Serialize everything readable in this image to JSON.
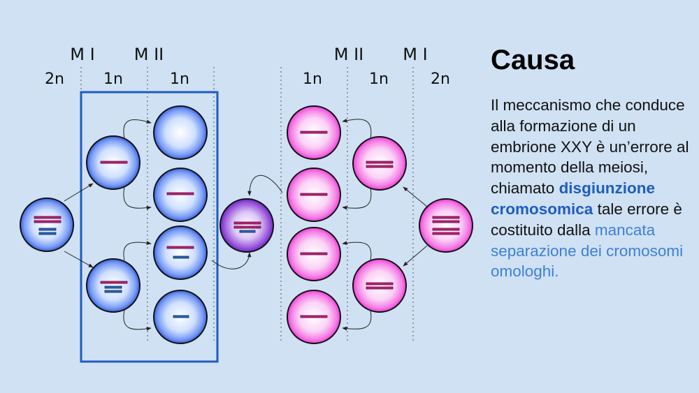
{
  "diagram": {
    "left_labels": {
      "phase_1": "M I",
      "phase_2": "M II",
      "ploidy_1": "2n",
      "ploidy_2": "1n",
      "ploidy_3": "1n"
    },
    "right_labels": {
      "phase_1": "M II",
      "phase_2": "M I",
      "ploidy_1": "1n",
      "ploidy_2": "1n",
      "ploidy_3": "2n"
    },
    "colors": {
      "male_cell_fill": "#3a62e0",
      "female_cell_fill": "#ee3fd8",
      "zygote_fill": "#6a2ac0",
      "chromosome_x": "#c0207a",
      "chromosome_y": "#2a6ab8",
      "highlight_box": "#1f5cc0"
    }
  },
  "panel": {
    "title": "Causa",
    "text_1": "Il meccanismo che conduce alla formazione di un embrione XXY è un’errore al momento della meiosi, chiamato ",
    "term": "disgiunzione cromosomica",
    "text_2": " tale errore è costituito dalla ",
    "emphasis": "mancata separazione dei cromosomi omologhi."
  }
}
